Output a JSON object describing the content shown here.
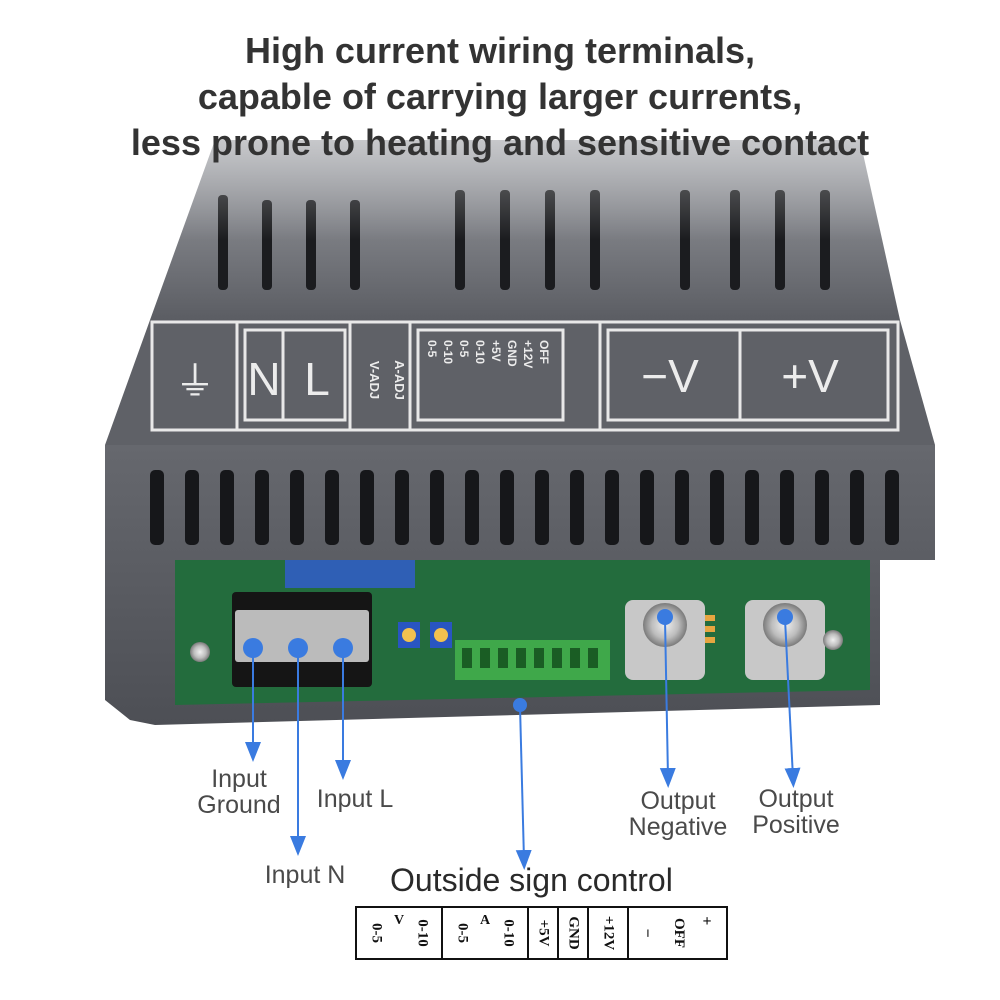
{
  "headline": {
    "line1": "High current wiring terminals,",
    "line2": "capable of carrying larger currents,",
    "line3": "less prone to heating and sensitive contact"
  },
  "panel_labels": {
    "ground_symbol": "⏚",
    "n": "N",
    "l": "L",
    "v_adj": "V-ADJ",
    "a_adj": "A-ADJ",
    "vminus": "−V",
    "vplus": "+V",
    "signal_block": [
      "0-5",
      "0-10",
      "0-5",
      "0-10",
      "+5V",
      "GND",
      "+12V",
      "OFF"
    ]
  },
  "callouts": {
    "input_ground": "Input\nGround",
    "input_l": "Input L",
    "input_n": "Input N",
    "output_negative": "Output\nNegative",
    "output_positive": "Output\nPositive"
  },
  "section_title": "Outside sign control",
  "pinout": {
    "cells": [
      {
        "top": "V",
        "left": "0-5",
        "right": "0-10"
      },
      {
        "top": "A",
        "left": "0-5",
        "right": "0-10"
      },
      {
        "label": "+5V"
      },
      {
        "label": "GND"
      },
      {
        "label": "+12V"
      },
      {
        "label": "OFF",
        "minus": "−",
        "plus": "+"
      }
    ]
  },
  "colors": {
    "arrow": "#3a7be0",
    "case": "#5d5f66",
    "pcb": "#1f6b3a"
  }
}
